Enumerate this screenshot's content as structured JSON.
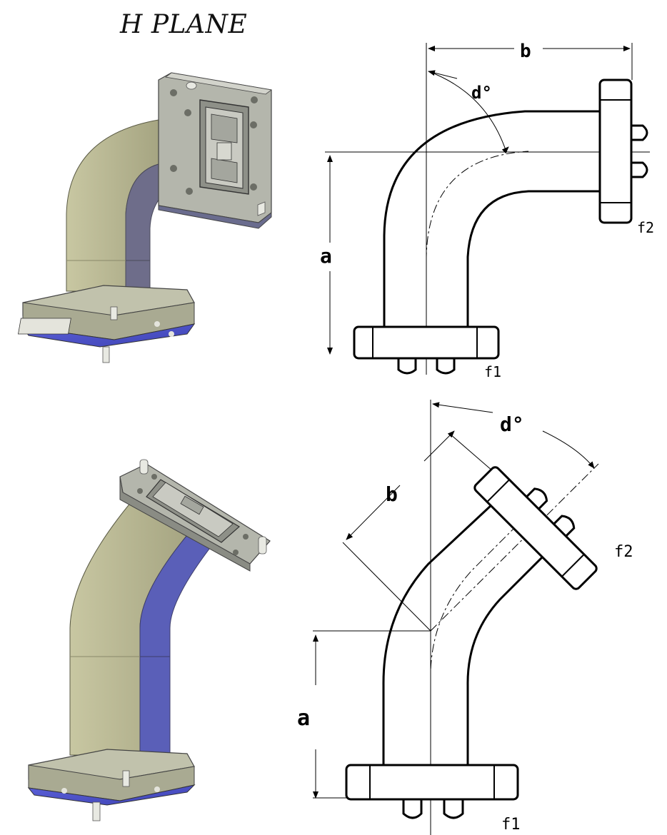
{
  "header": {
    "title": "H PLANE"
  },
  "drawings": {
    "top": {
      "dim_b": "b",
      "dim_d": "d°",
      "dim_a": "a",
      "flange_f1": "f1",
      "flange_f2": "f2"
    },
    "bottom": {
      "dim_b": "b",
      "dim_d": "d°",
      "dim_a": "a",
      "flange_f1": "f1",
      "flange_f2": "f2"
    }
  },
  "colors": {
    "body_olive": "#b9b894",
    "body_shadow": "#8f8e6d",
    "flange_gray": "#b4b6ac",
    "flange_blue": "#4a50c8",
    "line_black": "#000000"
  }
}
